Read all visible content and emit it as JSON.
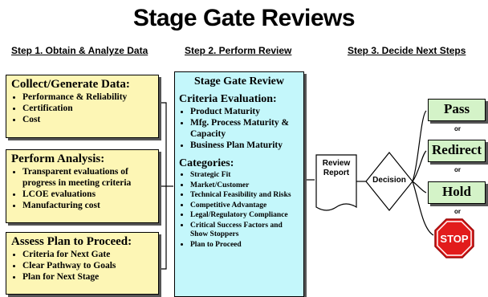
{
  "title": "Stage Gate Reviews",
  "steps": {
    "step1": "Step 1. Obtain & Analyze Data",
    "step2": "Step 2. Perform Review",
    "step3": "Step 3. Decide Next Steps"
  },
  "collect": {
    "heading": "Collect/Generate Data:",
    "items": [
      "Performance & Reliability",
      "Certification",
      "Cost"
    ]
  },
  "analysis": {
    "heading": "Perform Analysis:",
    "items": [
      "Transparent evaluations of progress in meeting criteria",
      "LCOE evaluations",
      "Manufacturing cost"
    ]
  },
  "assess": {
    "heading": "Assess Plan to Proceed:",
    "items": [
      "Criteria for Next Gate",
      "Clear Pathway to Goals",
      "Plan for Next Stage"
    ]
  },
  "review": {
    "title": "Stage Gate Review",
    "criteria_heading": "Criteria Evaluation:",
    "criteria": [
      "Product Maturity",
      "Mfg. Process Maturity & Capacity",
      "Business Plan Maturity"
    ],
    "categories_heading": "Categories:",
    "categories": [
      "Strategic Fit",
      "Market/Customer",
      "Technical Feasibility and Risks",
      "Competitive Advantage",
      "Legal/Regulatory Compliance",
      "Critical Success Factors and Show Stoppers",
      "Plan to Proceed"
    ]
  },
  "report": {
    "line1": "Review",
    "line2": "Report"
  },
  "decision": "Decision",
  "outcomes": {
    "pass": "Pass",
    "redirect": "Redirect",
    "hold": "Hold",
    "stop": "STOP",
    "or": "or"
  },
  "colors": {
    "yellow": "#fdf6b5",
    "cyan": "#c4f7fb",
    "green": "#d4f3c8",
    "stop": "#e21c1c"
  }
}
